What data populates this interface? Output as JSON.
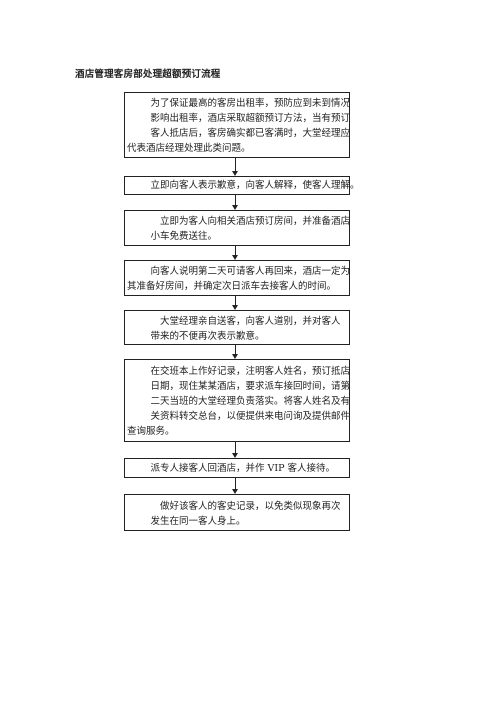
{
  "document": {
    "title": "酒店管理客房部处理超额预订流程"
  },
  "flowchart": {
    "steps": [
      {
        "lines": [
          "　为了保证最高的客房出租率，预防应到未到情况",
          "　影响出租率，酒店采取超额预订方法，当有预订",
          "　客人抵店后，客房确实都已客满时，大堂经理应",
          "代表酒店经理处理此类问题。"
        ]
      },
      {
        "lines": [
          "　立即向客人表示歉意，向客人解释，使客人理解。"
        ]
      },
      {
        "lines": [
          "　　立即为客人向相关酒店预订房间，并准备酒店",
          "　小车免费送往。"
        ]
      },
      {
        "lines": [
          "　向客人说明第二天可请客人再回来，酒店一定为",
          "其准备好房间，并确定次日派车去接客人的时间。"
        ]
      },
      {
        "lines": [
          "　　大堂经理亲自送客，向客人道别，并对客人",
          "　带来的不便再次表示歉意。"
        ]
      },
      {
        "lines": [
          "　在交班本上作好记录，注明客人姓名，预订抵店",
          "　日期，现住某某酒店，要求派车接回时间，请第",
          "　二天当班的大堂经理负责落实。将客人姓名及有",
          "　关资料转交总台，以便提供来电问询及提供邮件",
          "查询服务。"
        ]
      },
      {
        "lines": [
          "　派专人接客人回酒店，并作 VIP 客人接待。"
        ]
      },
      {
        "lines": [
          "　　做好该客人的客史记录，以免类似现象再次",
          "　发生在同一客人身上。"
        ]
      }
    ]
  }
}
